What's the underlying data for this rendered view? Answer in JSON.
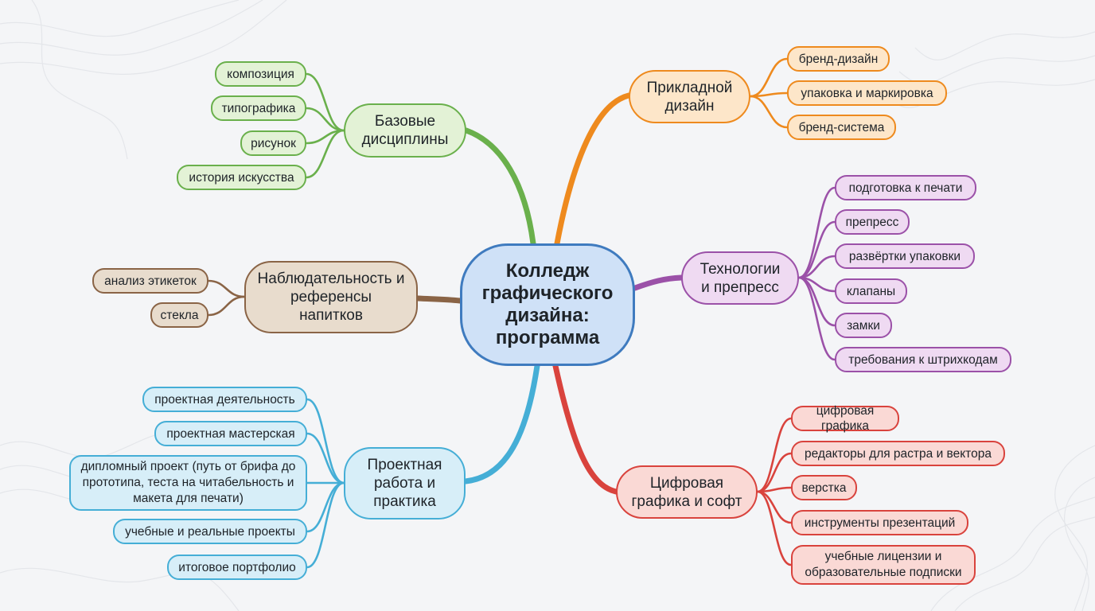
{
  "center": {
    "text": "Колледж графического дизайна: программа"
  },
  "branches": {
    "basic": {
      "label": "Базовые дисциплины",
      "color": "#6ab04c",
      "fill": "#e3f2d6",
      "leaves": [
        "композиция",
        "типографика",
        "рисунок",
        "история искусства"
      ]
    },
    "observation": {
      "label": "Наблюдательность и референсы напитков",
      "color": "#8a6446",
      "fill": "#e8dccd",
      "leaves": [
        "анализ этикеток",
        "стекла"
      ]
    },
    "project": {
      "label": "Проектная работа и практика",
      "color": "#45aed6",
      "fill": "#d7eef8",
      "leaves": [
        "проектная деятельность",
        "проектная мастерская",
        "дипломный проект (путь от брифа до прототипа, теста на читабельность и макета для печати)",
        "учебные и реальные проекты",
        "итоговое портфолио"
      ]
    },
    "applied": {
      "label": "Прикладной дизайн",
      "color": "#ee8a1e",
      "fill": "#fde6c9",
      "leaves": [
        "бренд-дизайн",
        "упаковка и маркировка",
        "бренд-система"
      ]
    },
    "tech": {
      "label": "Технологии и препресс",
      "color": "#9b51a8",
      "fill": "#efdaf2",
      "leaves": [
        "подготовка к печати",
        "препресс",
        "развёртки упаковки",
        "клапаны",
        "замки",
        "требования к штрихкодам"
      ]
    },
    "digital": {
      "label": "Цифровая графика и софт",
      "color": "#d9433d",
      "fill": "#fad9d5",
      "leaves": [
        "цифровая графика",
        "редакторы для растра и вектора",
        "верстка",
        "инструменты презентаций",
        "учебные лицензии и образовательные подписки"
      ]
    }
  }
}
